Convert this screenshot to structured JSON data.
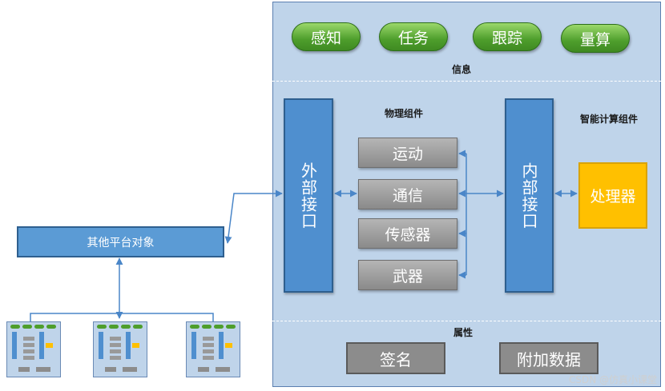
{
  "top_pills": [
    "感知",
    "任务",
    "跟踪",
    "量算"
  ],
  "sections": {
    "info": "信息",
    "physical": "物理组件",
    "intelligent": "智能计算组件",
    "attributes": "属性"
  },
  "external_interface": "外部接口",
  "internal_interface": "内部接口",
  "physical_components": [
    "运动",
    "通信",
    "传感器",
    "武器"
  ],
  "processor": "处理器",
  "attribute_boxes": [
    "签名",
    "附加数据"
  ],
  "other_platform": "其他平台对象",
  "watermark": "CSDN @仿真小课堂",
  "colors": {
    "panel": "#bfd4ea",
    "pill_green": "#4e9e2c",
    "interface_blue": "#4f8fcf",
    "component_gray": "#999999",
    "processor_yellow": "#ffc000",
    "arrow_blue": "#4a86c8"
  }
}
